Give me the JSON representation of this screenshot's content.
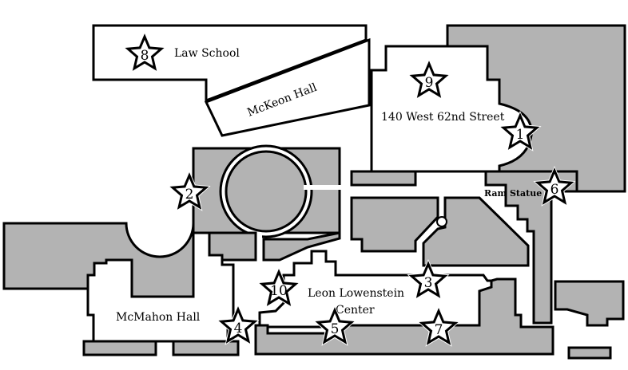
{
  "map": {
    "buildings": {
      "law_school": "Law School",
      "mckeon_hall": "McKeon Hall",
      "west_62nd": "140 West 62nd Street",
      "mcmahon_hall": "McMahon Hall",
      "lowenstein_line1": "Leon Lowenstein",
      "lowenstein_line2": "Center"
    },
    "landmarks": {
      "ram_statue": "Ram Statue"
    },
    "markers": [
      "1",
      "2",
      "3",
      "4",
      "5",
      "6",
      "7",
      "8",
      "9",
      "10"
    ],
    "colors": {
      "building_fill": "#b3b3b3",
      "outline": "#000000",
      "background": "#ffffff"
    }
  }
}
